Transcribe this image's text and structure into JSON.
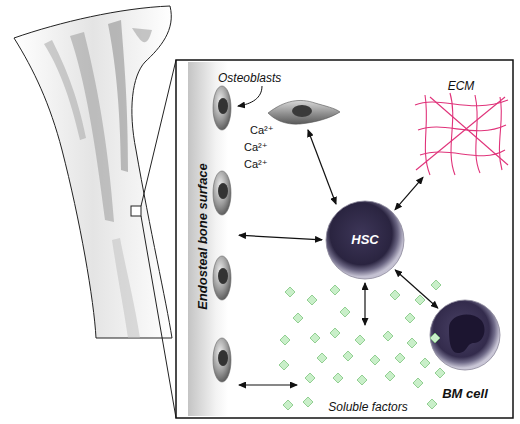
{
  "diagram": {
    "nodes": [
      {
        "text": [
          "Endosteal bone surface"
        ]
      },
      {
        "text": [
          "ECM"
        ]
      },
      {
        "text": [
          "HSC"
        ]
      },
      {
        "text": [
          "BM cell"
        ]
      },
      {
        "text": [
          "Soluble factors"
        ]
      }
    ],
    "edges": [
      {
        "from": 2,
        "to": 0,
        "arrow": "both"
      },
      {
        "from": 2,
        "to": 1,
        "arrow": "both"
      },
      {
        "from": 2,
        "to": 3,
        "arrow": "both"
      },
      {
        "from": 2,
        "to": 4,
        "arrow": "both"
      },
      {
        "from": 0,
        "to": 4,
        "arrow": "both"
      }
    ],
    "labels": [
      "Osteoblasts",
      "Ca²⁺",
      "Ca²⁺",
      "Ca²⁺"
    ]
  }
}
